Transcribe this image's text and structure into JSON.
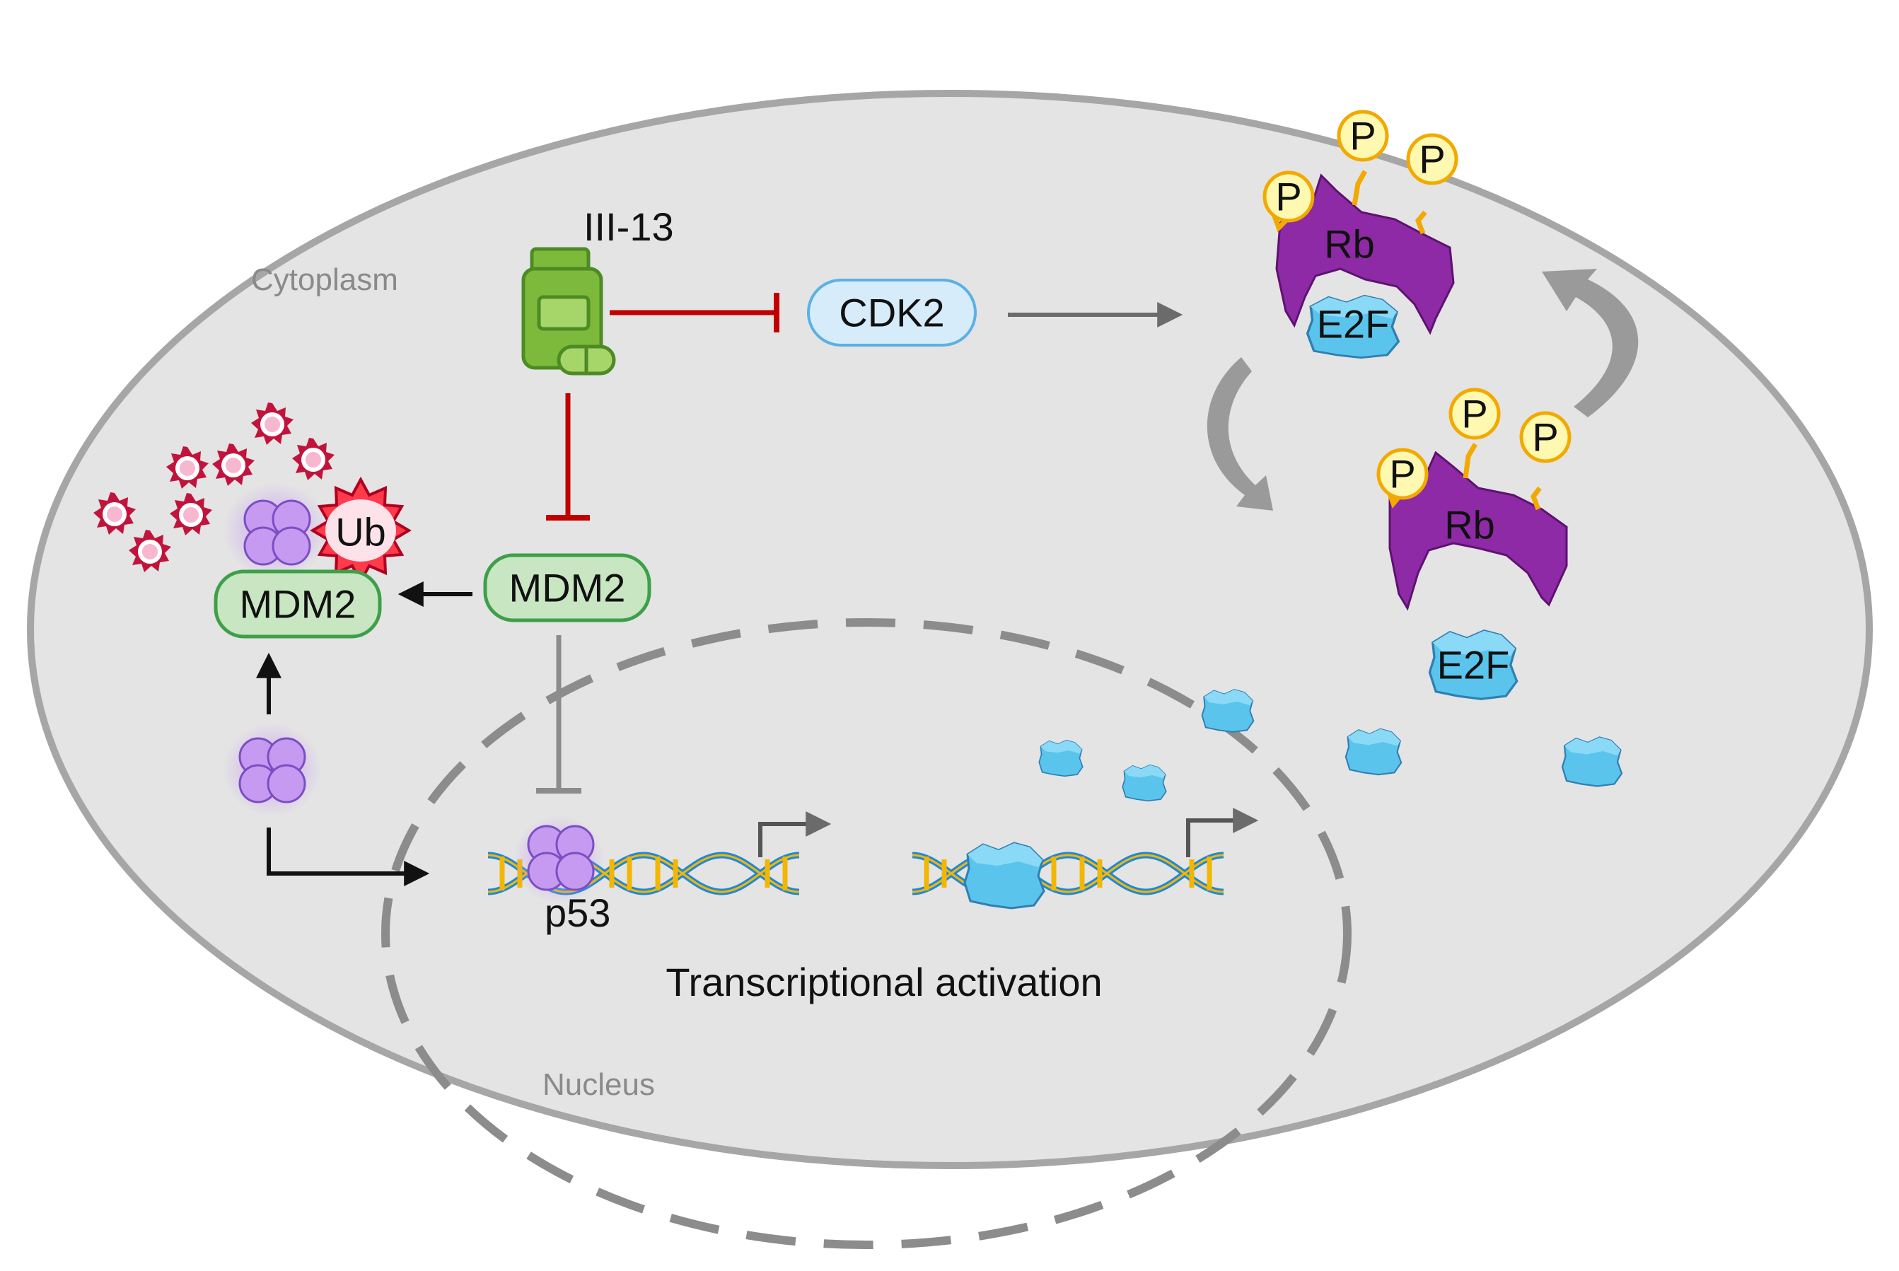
{
  "labels": {
    "cytoplasm": "Cytoplasm",
    "nucleus": "Nucleus",
    "drug": "III-13",
    "cdk2": "CDK2",
    "mdm2_main": "MDM2",
    "mdm2_bound": "MDM2",
    "ub": "Ub",
    "p53": "p53",
    "rb_top": "Rb",
    "e2f_top": "E2F",
    "rb_bottom": "Rb",
    "e2f_bottom": "E2F",
    "phospho": "P",
    "transcription": "Transcriptional activation"
  },
  "colors": {
    "cell_fill": "#e4e4e4",
    "cell_border": "#a6a6a6",
    "inhibit": "#c00000",
    "drug": "#7dba3c",
    "cdk2_fill": "#d6ecfb",
    "mdm2_fill": "#c9e6c2",
    "mdm2_border": "#3e9f4a",
    "p53": "#b98ce8",
    "rb": "#8e2aa5",
    "e2f": "#5ac4ec",
    "phospho": "#fff8b0",
    "dna_blue": "#1e88d8",
    "dna_yellow": "#f2b705"
  },
  "icons": {
    "drug": "pill-bottle-icon",
    "ubiquitin": "ubiquitin-starburst-icon",
    "degradation": "degradation-particle-icon"
  }
}
